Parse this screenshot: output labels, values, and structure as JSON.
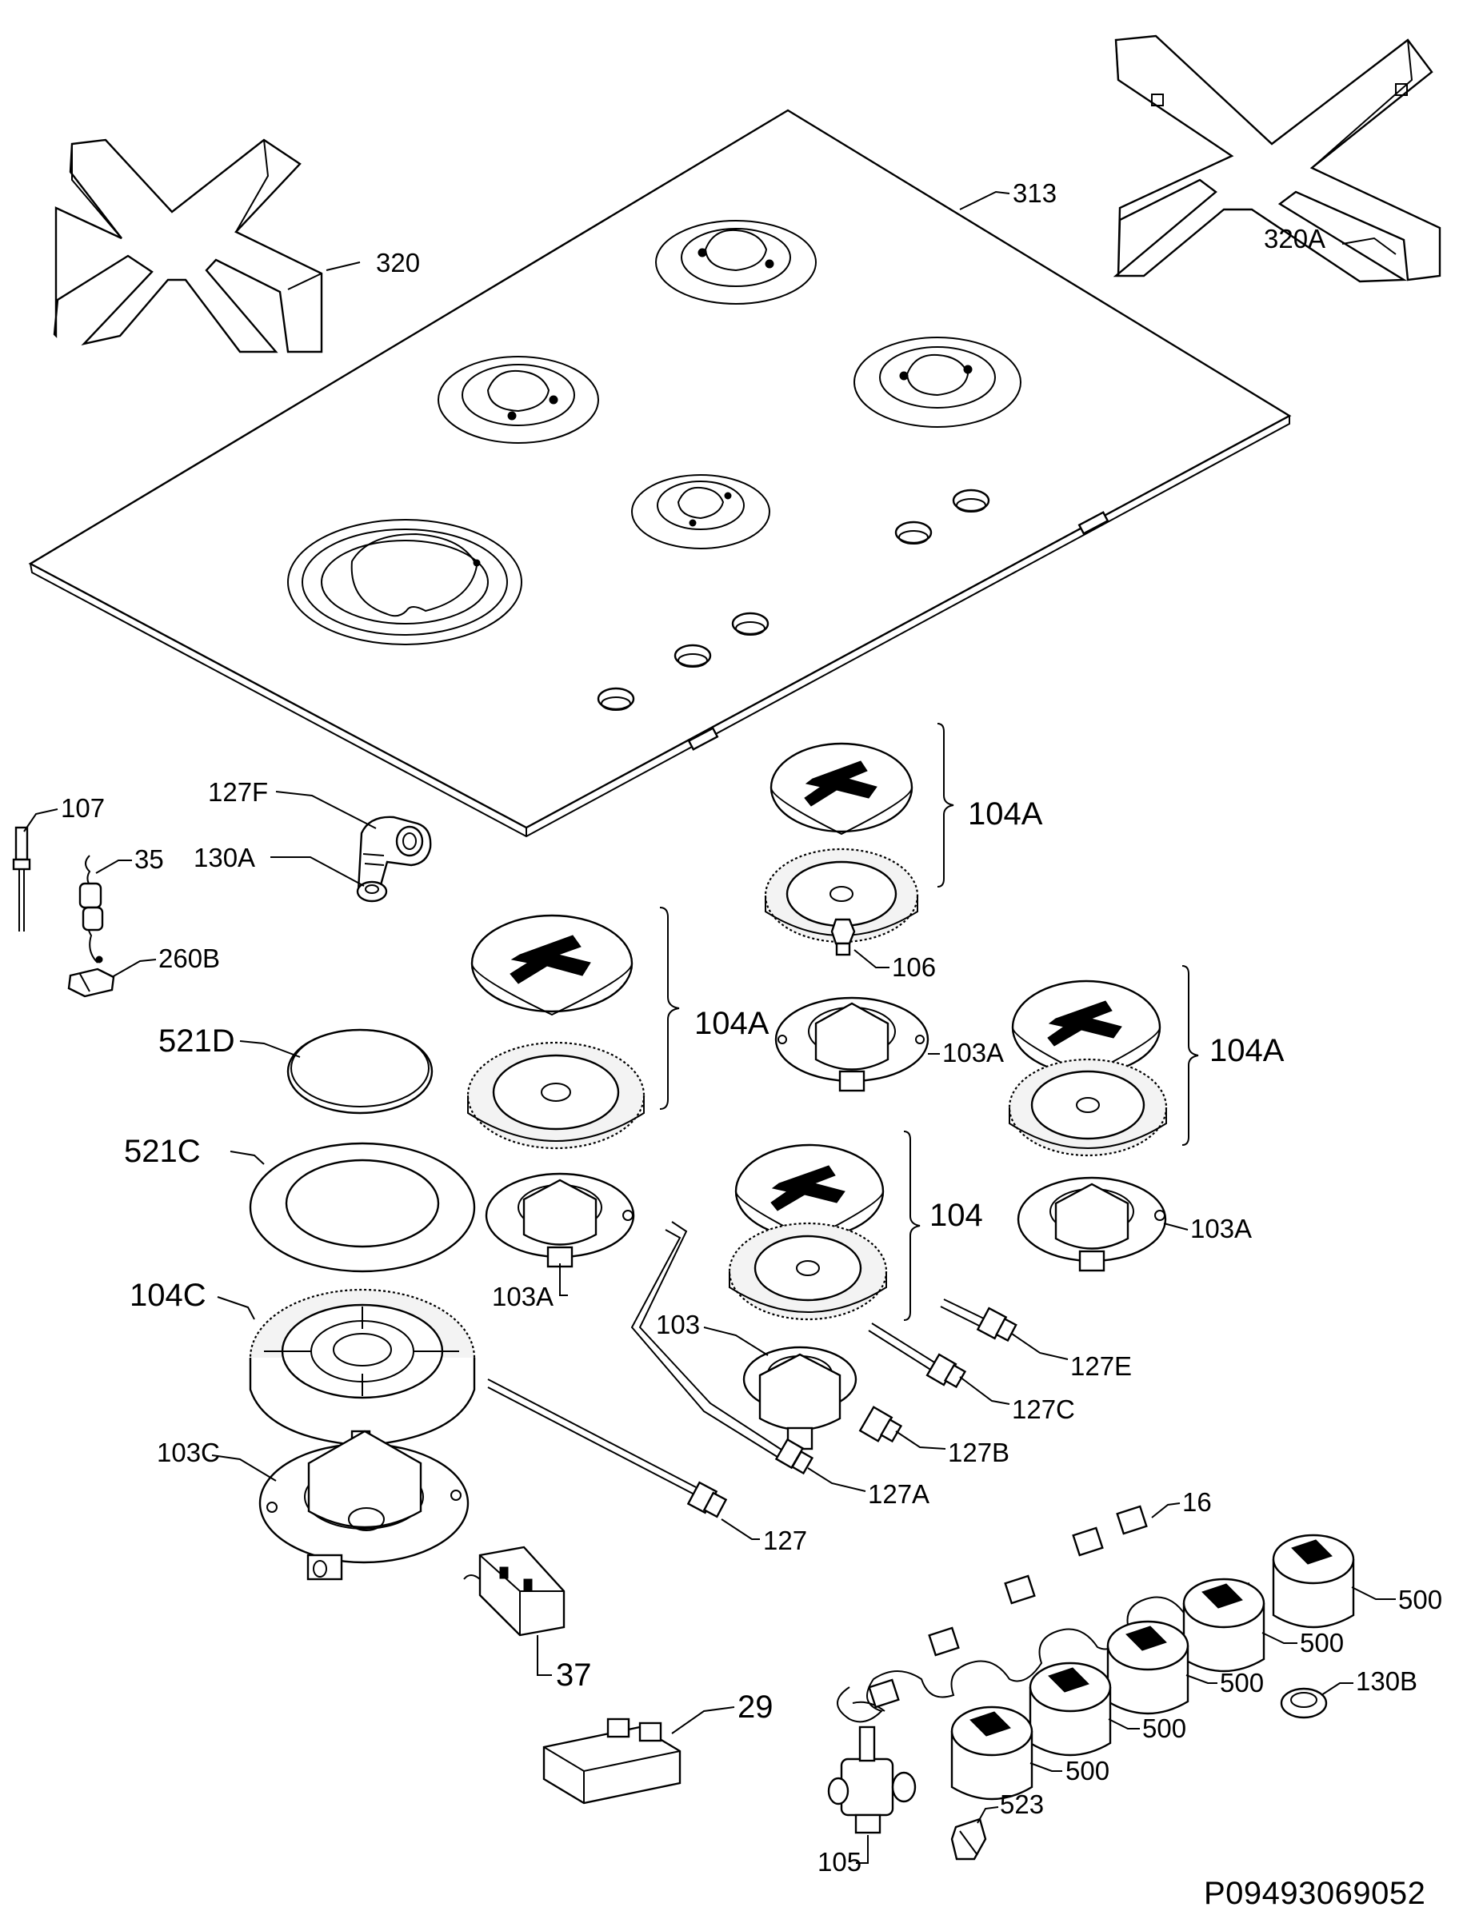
{
  "diagram": {
    "labels": {
      "l313": "313",
      "l320": "320",
      "l320A": "320A",
      "l107": "107",
      "l127F": "127F",
      "l35": "35",
      "l130A": "130A",
      "l260B": "260B",
      "l521D": "521D",
      "l521C": "521C",
      "l104C": "104C",
      "l103C": "103C",
      "l104A_top": "104A",
      "l104A_left": "104A",
      "l104A_right": "104A",
      "l106": "106",
      "l103A_mid": "103A",
      "l103A_left": "103A",
      "l103A_right": "103A",
      "l104": "104",
      "l103": "103",
      "l127E": "127E",
      "l127C": "127C",
      "l127B": "127B",
      "l127A": "127A",
      "l127": "127",
      "l16": "16",
      "l500_1": "500",
      "l500_2": "500",
      "l500_3": "500",
      "l500_4": "500",
      "l500_5": "500",
      "l130B": "130B",
      "l37": "37",
      "l29": "29",
      "l523": "523",
      "l105": "105"
    },
    "drawing_code": "P09493069052"
  }
}
